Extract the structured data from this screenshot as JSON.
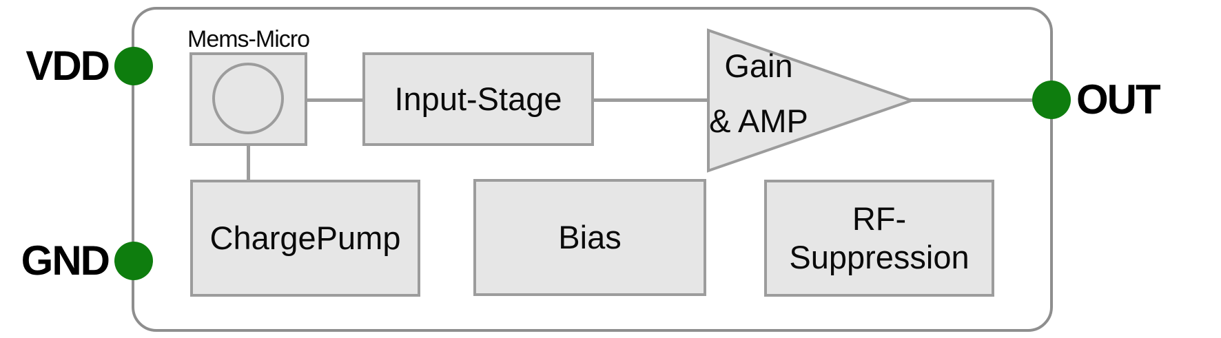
{
  "diagram": {
    "pins": {
      "vdd": "VDD",
      "gnd": "GND",
      "out": "OUT"
    },
    "blocks": {
      "mems_title": "Mems-Micro",
      "input_stage": "Input-Stage",
      "amp_line1": "Gain",
      "amp_line2": "& AMP",
      "charge_pump": "ChargePump",
      "bias": "Bias",
      "rf_line1": "RF-",
      "rf_line2": "Suppression"
    },
    "colors": {
      "pin_green": "#0e7d0e",
      "block_fill": "#e6e6e6",
      "block_border": "#9c9c9c",
      "outline_border": "#8e8e8e",
      "text": "#0a0a0a"
    }
  }
}
